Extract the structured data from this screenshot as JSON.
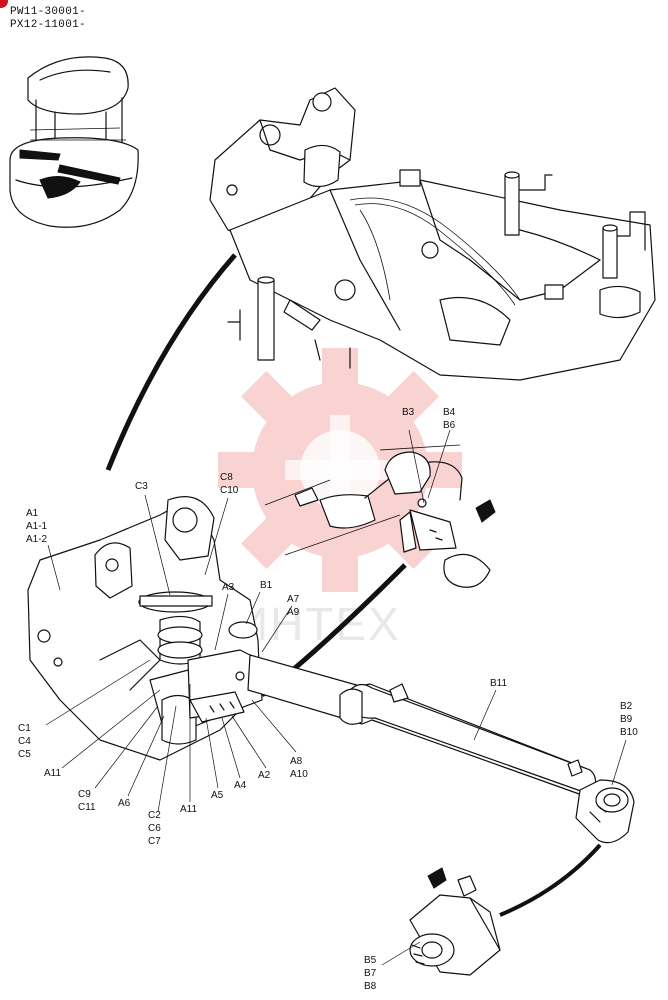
{
  "header": {
    "serial_1": "PW11-30001-",
    "serial_2": "PX12-11001-"
  },
  "watermark": {
    "text": "ИНТЕХ",
    "color": "#f08080"
  },
  "labels": {
    "a1": "A1",
    "a1_1": "A1-1",
    "a1_2": "A1-2",
    "c3": "C3",
    "c8": "C8",
    "c10": "C10",
    "a3": "A3",
    "b1": "B1",
    "a7": "A7",
    "a9": "A9",
    "c1": "C1",
    "c4": "C4",
    "c5": "C5",
    "a11_left": "A11",
    "c9": "C9",
    "c11": "C11",
    "a6": "A6",
    "c2": "C2",
    "c6": "C6",
    "c7": "C7",
    "a11_mid": "A11",
    "a5": "A5",
    "a4": "A4",
    "a2": "A2",
    "a8": "A8",
    "a10": "A10",
    "b3": "B3",
    "b4": "B4",
    "b6": "B6",
    "b11": "B11",
    "b2": "B2",
    "b9": "B9",
    "b10": "B10",
    "b5": "B5",
    "b7": "B7",
    "b8": "B8"
  }
}
